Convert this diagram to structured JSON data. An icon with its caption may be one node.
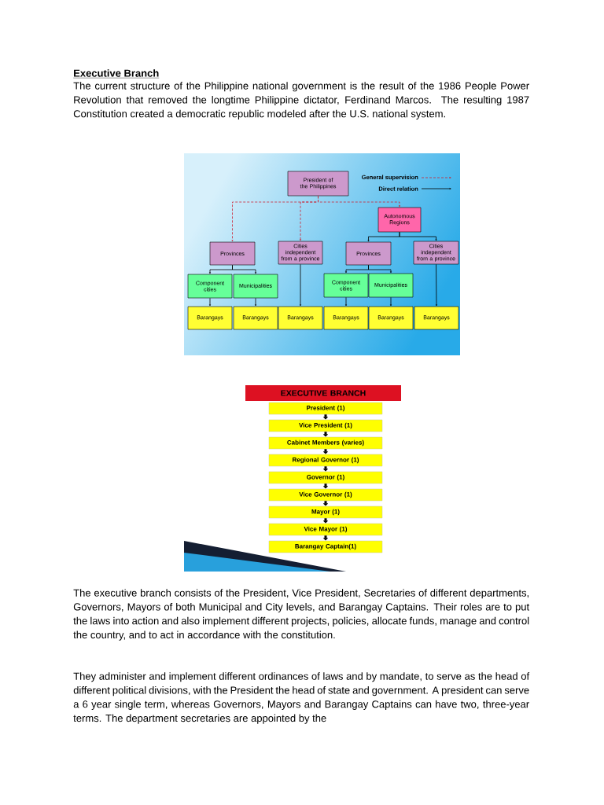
{
  "diagram": {
    "title": "Executive Branch",
    "nodes": [
      {
        "text": [
          "President of the Philippines"
        ]
      },
      {
        "text": [
          "Autonomous Regions"
        ]
      },
      {
        "text": [
          "Provinces"
        ]
      },
      {
        "text": [
          "Cities independent from a province"
        ]
      },
      {
        "text": [
          "Provinces"
        ]
      },
      {
        "text": [
          "Cities independent from a province"
        ]
      },
      {
        "text": [
          "Component cities"
        ]
      },
      {
        "text": [
          "Municipalities"
        ]
      },
      {
        "text": [
          "Component cities"
        ]
      },
      {
        "text": [
          "Municipalities"
        ]
      },
      {
        "text": [
          "Barangays"
        ]
      },
      {
        "text": [
          "Barangays"
        ]
      },
      {
        "text": [
          "Barangays"
        ]
      },
      {
        "text": [
          "Barangays"
        ]
      },
      {
        "text": [
          "Barangays"
        ]
      },
      {
        "text": [
          "Barangays"
        ]
      },
      {
        "text": [
          "EXECUTIVE BRANCH"
        ]
      },
      {
        "text": [
          "President (1)"
        ]
      },
      {
        "text": [
          "Vice President (1)"
        ]
      },
      {
        "text": [
          "Cabinet Members (varies)"
        ]
      },
      {
        "text": [
          "Regional Governor (1)"
        ]
      },
      {
        "text": [
          "Governor (1)"
        ]
      },
      {
        "text": [
          "Vice Governor (1)"
        ]
      },
      {
        "text": [
          "Mayor (1)"
        ]
      },
      {
        "text": [
          "Vice Mayor (1)"
        ]
      },
      {
        "text": [
          "Barangay Captain(1)"
        ]
      }
    ],
    "edges": [
      {
        "from": 0,
        "to": 2,
        "arrow": "to",
        "style": "dashed",
        "color": "#cc2233"
      },
      {
        "from": 0,
        "to": 3,
        "arrow": "to",
        "style": "dashed",
        "color": "#cc2233"
      },
      {
        "from": 0,
        "to": 1,
        "arrow": "to",
        "style": "dashed",
        "color": "#cc2233"
      },
      {
        "from": 1,
        "to": 4,
        "arrow": "to"
      },
      {
        "from": 1,
        "to": 5,
        "arrow": "to"
      },
      {
        "from": 2,
        "to": 6,
        "arrow": "to"
      },
      {
        "from": 2,
        "to": 7,
        "arrow": "to"
      },
      {
        "from": 4,
        "to": 8,
        "arrow": "to"
      },
      {
        "from": 4,
        "to": 9,
        "arrow": "to"
      },
      {
        "from": 6,
        "to": 10,
        "arrow": "to"
      },
      {
        "from": 7,
        "to": 11,
        "arrow": "to"
      },
      {
        "from": 3,
        "to": 12,
        "arrow": "to"
      },
      {
        "from": 8,
        "to": 13,
        "arrow": "to"
      },
      {
        "from": 9,
        "to": 14,
        "arrow": "to"
      },
      {
        "from": 5,
        "to": 15,
        "arrow": "to"
      },
      {
        "from": 17,
        "to": 18,
        "arrow": "to",
        "style": "thick"
      },
      {
        "from": 18,
        "to": 19,
        "arrow": "to",
        "style": "thick"
      },
      {
        "from": 19,
        "to": 20,
        "arrow": "to",
        "style": "thick"
      },
      {
        "from": 20,
        "to": 21,
        "arrow": "to",
        "style": "thick"
      },
      {
        "from": 21,
        "to": 22,
        "arrow": "to",
        "style": "thick"
      },
      {
        "from": 22,
        "to": 23,
        "arrow": "to",
        "style": "thick"
      },
      {
        "from": 23,
        "to": 24,
        "arrow": "to",
        "style": "thick"
      },
      {
        "from": 24,
        "to": 25,
        "arrow": "to",
        "style": "thick"
      }
    ],
    "labels": [
      "The current structure of the Philippine national government is the result of the 1986 People Power Revolution that removed the longtime Philippine dictator, Ferdinand Marcos. The resulting 1987 Constitution created a democratic republic modeled after the U.S. national system.",
      "The executive branch consists of the President, Vice President, Secretaries of different departments, Governors, Mayors of both Municipal and City levels, and Barangay Captains. Their roles are to put the laws into action and also implement different projects, policies, allocate funds, manage and control the country, and to act in accordance with the constitution.",
      "They administer and implement different ordinances of laws and by mandate, to serve as the head of different political divisions, with the President the head of state and government. A president can serve a 6 year single term, whereas Governors, Mayors and Barangay Captains can have two, three-year terms. The department secretaries are appointed by the"
    ],
    "legend": [
      {
        "text": "General supervision"
      },
      {
        "text": "Direct relation"
      }
    ]
  }
}
